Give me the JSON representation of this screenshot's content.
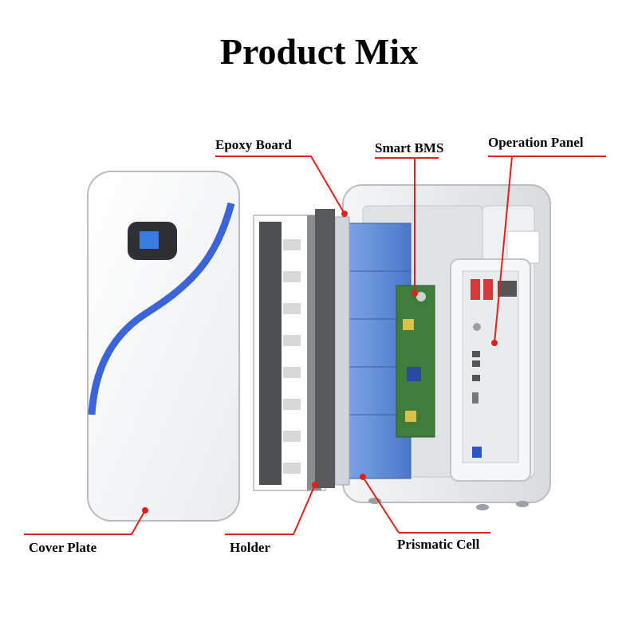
{
  "title": "Product Mix",
  "labels": {
    "epoxy_board": "Epoxy Board",
    "smart_bms": "Smart BMS",
    "operation_panel": "Operation Panel",
    "cover_plate": "Cover Plate",
    "holder": "Holder",
    "prismatic_cell": "Prismatic Cell"
  },
  "colors": {
    "leader_line": "#e0201b",
    "accent_stripe": "#3a64d8",
    "cell_blue": "#5b8fdc",
    "pcb_green": "#3d7a3a",
    "background": "#ffffff"
  }
}
